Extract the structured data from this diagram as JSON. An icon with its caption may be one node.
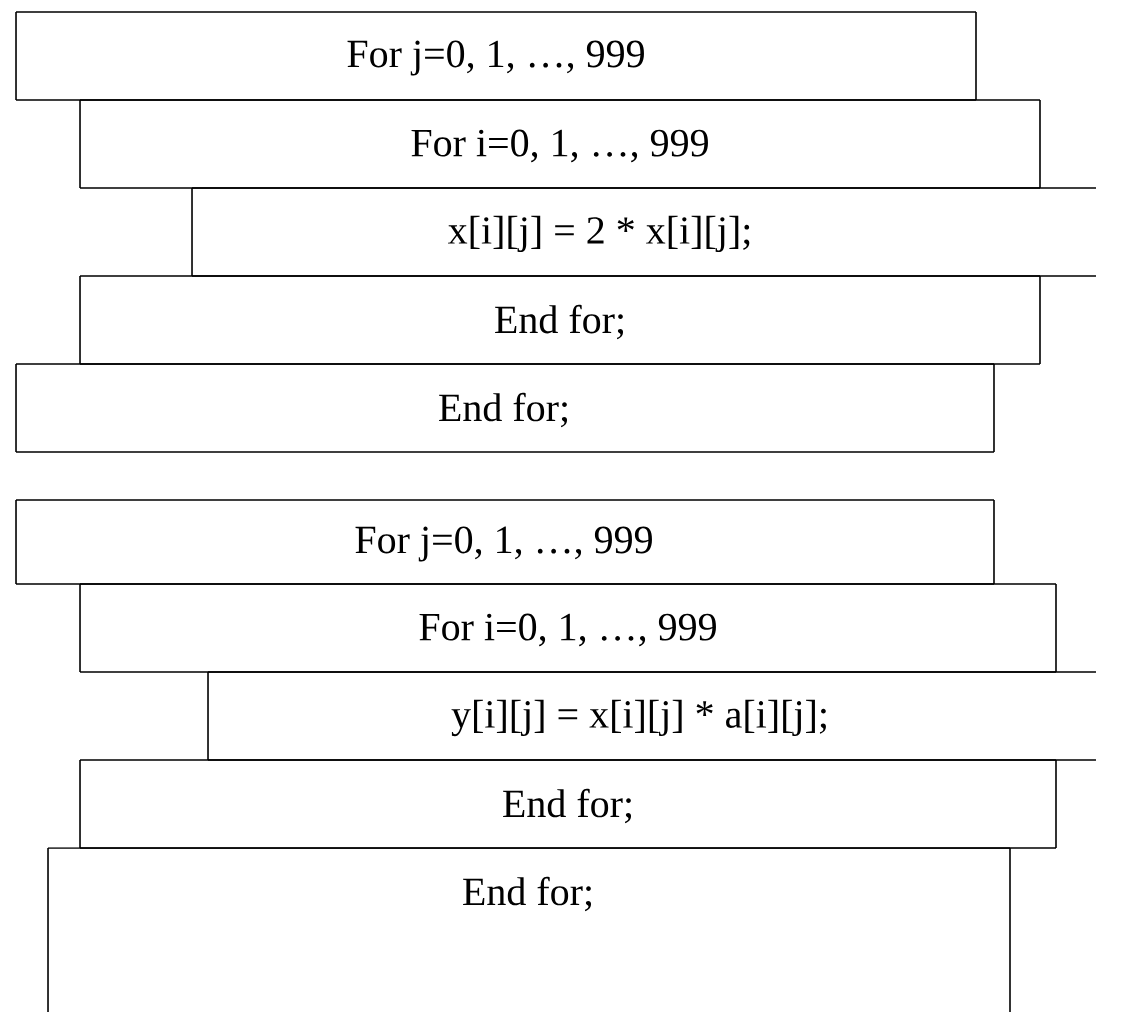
{
  "diagram": {
    "nodes": [
      {
        "text": [
          "For j=0, 1, …, 999"
        ]
      },
      {
        "text": [
          "For i=0, 1, …, 999"
        ]
      },
      {
        "text": [
          "x[i][j] = 2 * x[i][j];"
        ]
      },
      {
        "text": [
          "End for;"
        ]
      },
      {
        "text": [
          "End for;"
        ]
      },
      {
        "text": [
          "For j=0, 1, …, 999"
        ]
      },
      {
        "text": [
          "For i=0, 1, …, 999"
        ]
      },
      {
        "text": [
          "y[i][j] = x[i][j] * a[i][j];"
        ]
      },
      {
        "text": [
          "End for;"
        ]
      },
      {
        "text": [
          "End for;"
        ]
      }
    ]
  }
}
